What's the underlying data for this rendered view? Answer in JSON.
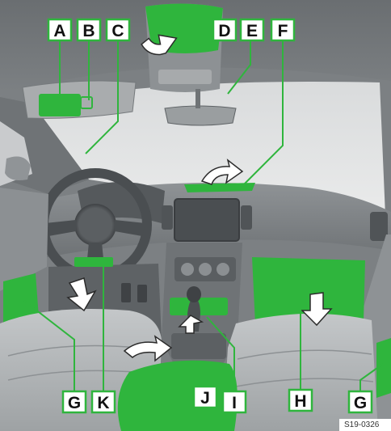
{
  "labels": {
    "A": "A",
    "B": "B",
    "C": "C",
    "D": "D",
    "E": "E",
    "F": "F",
    "G_left": "G",
    "K": "K",
    "J": "J",
    "I": "I",
    "H": "H",
    "G_right": "G"
  },
  "figure_id": "S19-0326",
  "colors": {
    "highlight": "#2fb53d",
    "label_bg": "#ffffff",
    "label_border": "#2fb53d",
    "leader_line": "#2fb53d",
    "interior_dark": "#5b5f62",
    "interior_mid": "#8a8e91",
    "interior_light": "#b9bcbe"
  },
  "icons": [
    "arrow-down-icon",
    "arrow-curved-icon"
  ]
}
